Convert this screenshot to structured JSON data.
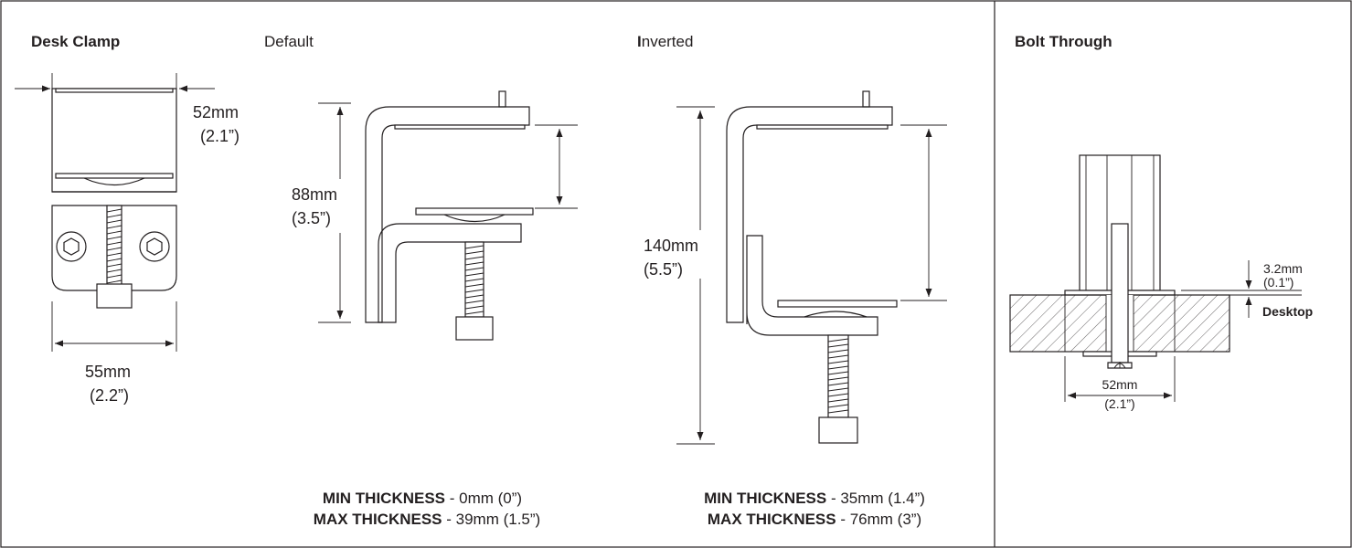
{
  "titles": {
    "desk_clamp": "Desk Clamp",
    "default": "Default",
    "inverted_first": "I",
    "inverted_rest": "nverted",
    "bolt_through": "Bolt Through"
  },
  "desk_clamp": {
    "width_top_mm": "52mm",
    "width_top_in": "(2.1”)",
    "width_bottom_mm": "55mm",
    "width_bottom_in": "(2.2”)"
  },
  "default": {
    "height_mm": "88mm",
    "height_in": "(3.5”)",
    "min_label": "MIN THICKNESS",
    "min_value": " - 0mm (0”)",
    "max_label": "MAX THICKNESS",
    "max_value": " - 39mm (1.5”)"
  },
  "inverted": {
    "height_mm": "140mm",
    "height_in": "(5.5”)",
    "min_label": "MIN THICKNESS",
    "min_value": " - 35mm (1.4”)",
    "max_label": "MAX THICKNESS",
    "max_value": " - 76mm (3”)"
  },
  "bolt_through": {
    "gap_mm": "3.2mm",
    "gap_in": "(0.1”)",
    "desktop_label": "Desktop",
    "width_mm": "52mm",
    "width_in": "(2.1”)"
  }
}
